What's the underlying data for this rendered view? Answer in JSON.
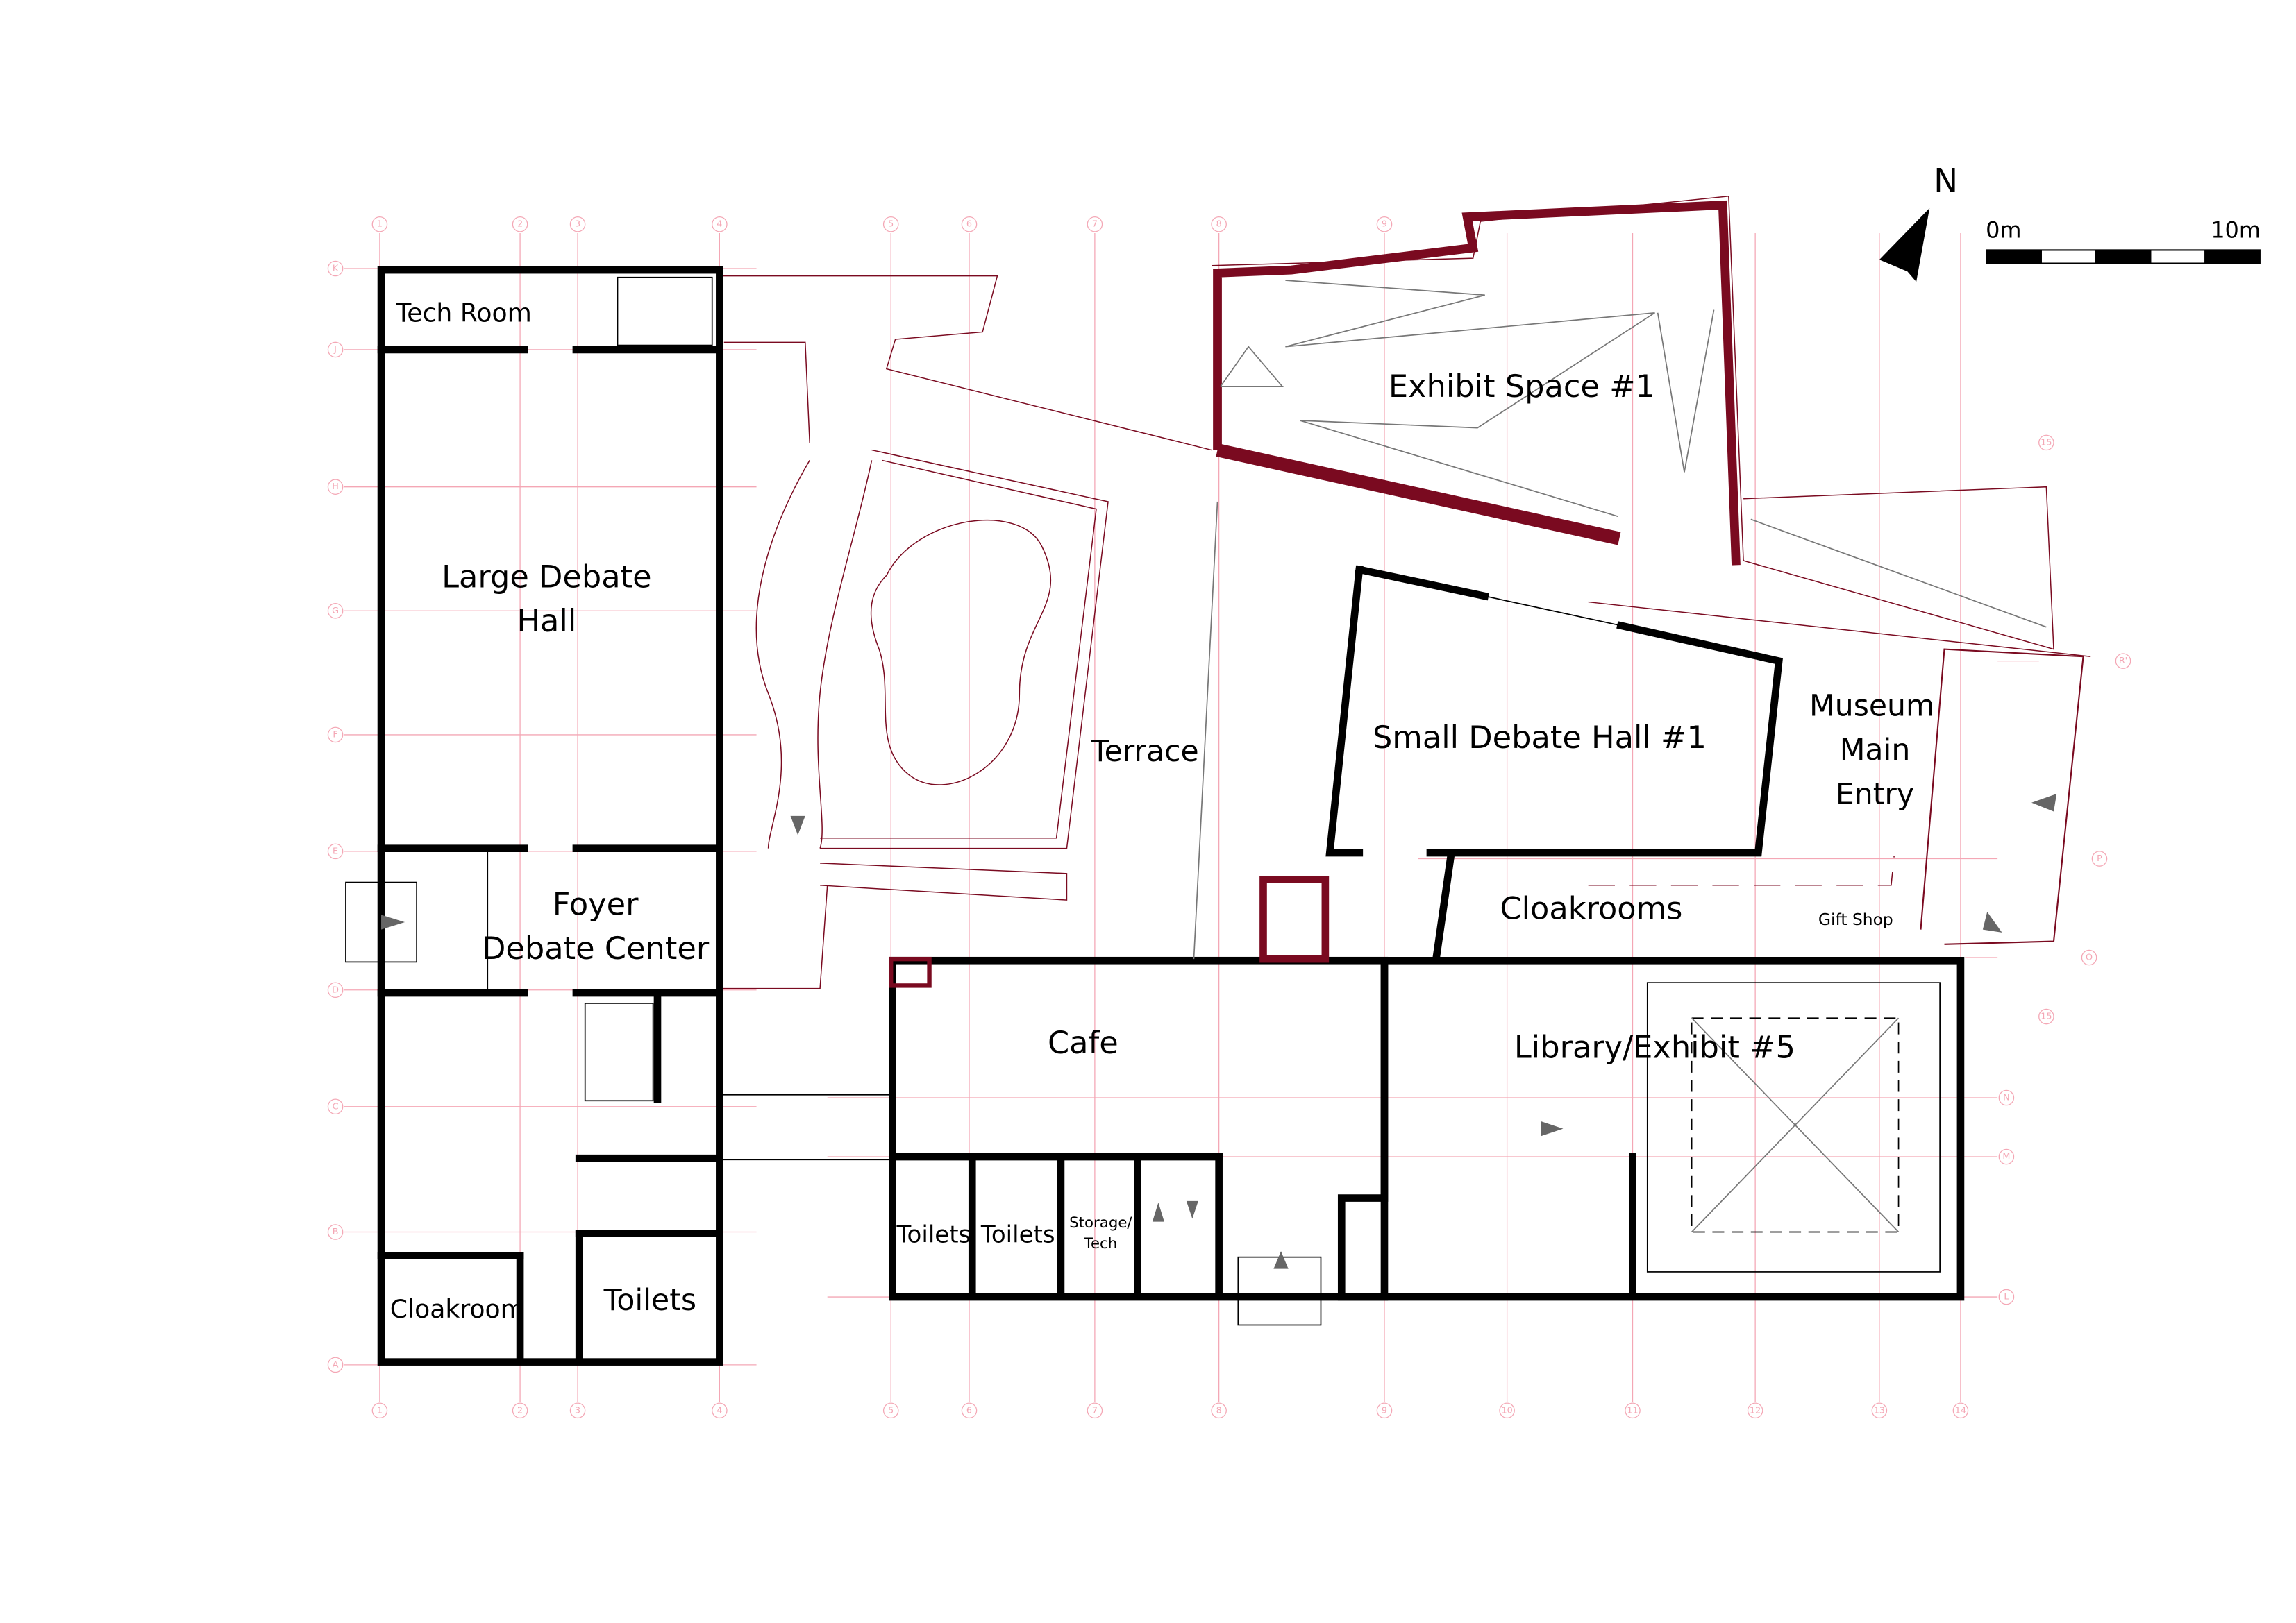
{
  "colors": {
    "wall": "#000000",
    "exhibit_wall": "#7a0a20",
    "grid": "#f4a7b5",
    "fixtures": "#777777"
  },
  "rooms": {
    "tech_room": "Tech Room",
    "large_debate_hall_1": "Large Debate",
    "large_debate_hall_2": "Hall",
    "foyer_1": "Foyer",
    "foyer_2": "Debate Center",
    "cloakroom": "Cloakroom",
    "toilets_left": "Toilets",
    "terrace": "Terrace",
    "exhibit_space": "Exhibit Space #1",
    "small_debate_hall": "Small Debate Hall #1",
    "museum_1": "Museum",
    "museum_2": "Main",
    "museum_3": "Entry",
    "cloakrooms": "Cloakrooms",
    "gift_shop": "Gift Shop",
    "cafe": "Cafe",
    "toilets_a": "Toilets",
    "toilets_b": "Toilets",
    "storage_1": "Storage/",
    "storage_2": "Tech",
    "library": "Library/Exhibit #5"
  },
  "north_arrow": {
    "label": "N",
    "icon": "north-arrow-icon"
  },
  "scale_bar": {
    "start_label": "0m",
    "end_label": "10m"
  },
  "grid": {
    "columns": [
      "1",
      "2",
      "3",
      "4",
      "5",
      "6",
      "7",
      "8",
      "9",
      "10",
      "11",
      "12",
      "13",
      "14"
    ],
    "rows_left": [
      "K",
      "J",
      "H",
      "G",
      "F",
      "E",
      "D",
      "C",
      "B",
      "A"
    ],
    "rows_right": [
      "N",
      "M",
      "L",
      "P",
      "O",
      "R'"
    ],
    "extra": [
      "15",
      "15"
    ]
  }
}
